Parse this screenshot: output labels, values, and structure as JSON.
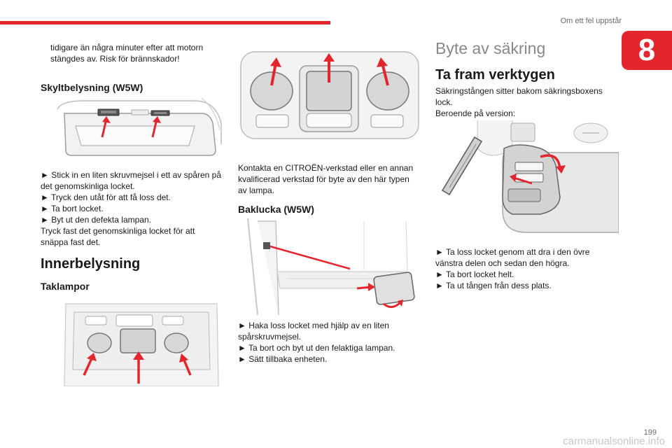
{
  "header": {
    "section_title": "Om ett fel uppstår",
    "chapter_number": "8"
  },
  "left_column": {
    "intro_lines": [
      "tidigare än några minuter efter att motorn",
      "stängdes av. Risk för brännskador!"
    ],
    "plate_heading": "Skyltbelysning (W5W)",
    "plate_steps": [
      "► Stick in en liten skruvmejsel i ett av spåren på",
      "det genomskinliga locket.",
      "► Tryck den utåt för att få loss det.",
      "► Ta bort locket.",
      "► Byt ut den defekta lampan.",
      "Tryck fast det genomskinliga locket för att",
      "snäppa fast det."
    ],
    "interior_heading": "Innerbelysning",
    "ceiling_heading": "Taklampor"
  },
  "middle_column": {
    "service_lines": [
      "Kontakta en CITROËN-verkstad eller en annan",
      "kvalificerad verkstad för byte av den här typen",
      "av lampa."
    ],
    "boot_heading": "Baklucka (W5W)",
    "boot_steps": [
      "► Haka loss locket med hjälp av en liten",
      "spårskruvmejsel.",
      "► Ta bort och byt ut den felaktiga lampan.",
      "► Sätt tillbaka enheten."
    ]
  },
  "right_column": {
    "fuse_title": "Byte av säkring",
    "tool_heading": "Ta fram verktygen",
    "tool_intro": [
      "Säkringstången sitter bakom säkringsboxens",
      "lock.",
      "Beroende på version:"
    ],
    "tool_steps": [
      "► Ta loss locket genom att dra i den övre",
      "vänstra delen och sedan den högra.",
      "► Ta bort locket helt.",
      "► Ta ut tången från dess plats."
    ]
  },
  "footer": {
    "page_number": "199",
    "watermark": "carmanualsonline.info"
  },
  "colors": {
    "accent": "#e3262e",
    "grey_text": "#888888"
  }
}
